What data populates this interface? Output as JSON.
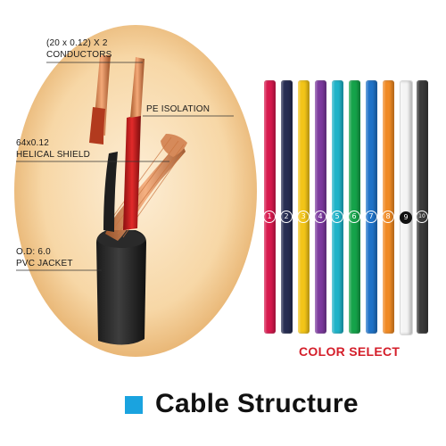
{
  "labels": {
    "conductors_line1": "(20 x 0.12) X 2",
    "conductors_line2": "CONDUCTORS",
    "pe_isolation": "PE ISOLATION",
    "shield_line1": "64x0.12",
    "shield_line2": "HELICAL SHIELD",
    "jacket_line1": "O.D: 6.0",
    "jacket_line2": "PVC JACKET"
  },
  "color_select": "COLOR SELECT",
  "caption": "Cable Structure",
  "caption_bullet_color": "#1aa3df",
  "wires": [
    {
      "number": "1",
      "color": "#d7194e"
    },
    {
      "number": "2",
      "color": "#262d52"
    },
    {
      "number": "3",
      "color": "#f2c418"
    },
    {
      "number": "4",
      "color": "#7c3a9e"
    },
    {
      "number": "5",
      "color": "#1fb3c8"
    },
    {
      "number": "6",
      "color": "#15a34a"
    },
    {
      "number": "7",
      "color": "#1f73c8"
    },
    {
      "number": "8",
      "color": "#f08a24"
    },
    {
      "number": "9",
      "color": "#f4f4f4"
    },
    {
      "number": "10",
      "color": "#3a3a3a"
    }
  ]
}
